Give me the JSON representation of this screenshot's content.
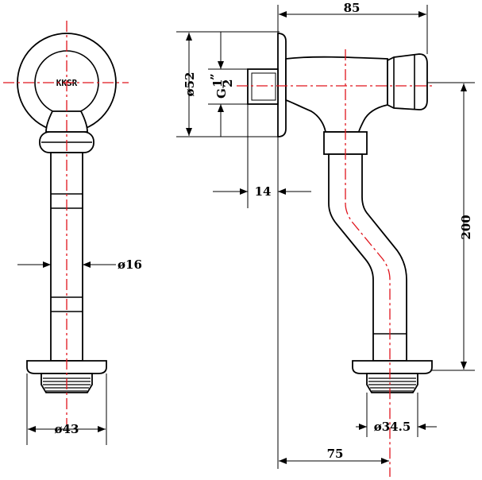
{
  "drawing": {
    "dimensions": {
      "top_width": "85",
      "outlet_dia": "ø34.5",
      "pipe_dia": "ø16",
      "flange_dia": "ø52",
      "thread_prefix": "G",
      "thread_fraction_num": "1",
      "thread_fraction_den": "2",
      "thread_inch": "”",
      "thread_depth": "14",
      "height": "200",
      "base_dia": "ø43",
      "offset": "75"
    },
    "logo_text": "KKSR",
    "colors": {
      "line": "#000000",
      "centerline": "#e0141c",
      "background": "#ffffff"
    }
  }
}
